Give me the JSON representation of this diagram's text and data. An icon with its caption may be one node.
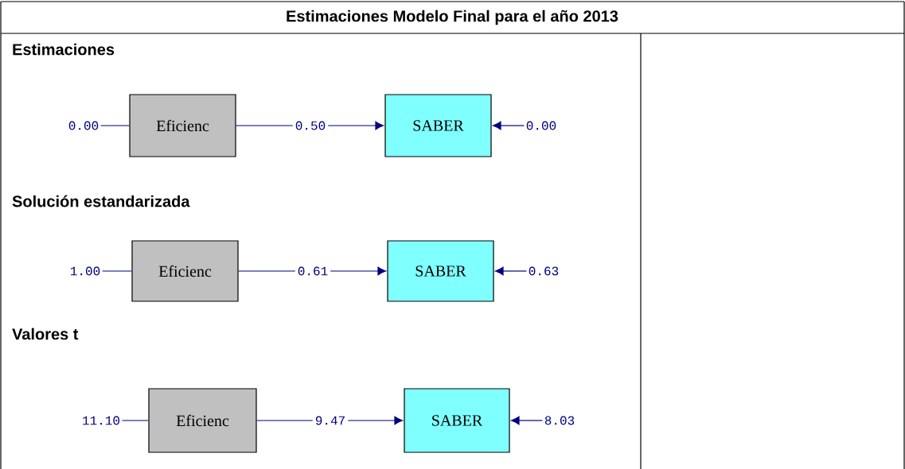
{
  "diagram": {
    "title": "Estimaciones Modelo Final para el año 2013",
    "nodes": [
      {
        "text": [
          "0.00"
        ]
      },
      {
        "text": [
          "Eficienc"
        ]
      },
      {
        "text": [
          "SABER"
        ]
      },
      {
        "text": [
          "0.00"
        ]
      },
      {
        "text": [
          "1.00"
        ]
      },
      {
        "text": [
          "Eficienc"
        ]
      },
      {
        "text": [
          "SABER"
        ]
      },
      {
        "text": [
          "0.63"
        ]
      },
      {
        "text": [
          "11.10"
        ]
      },
      {
        "text": [
          "Eficienc"
        ]
      },
      {
        "text": [
          "SABER"
        ]
      },
      {
        "text": [
          "8.03"
        ]
      }
    ],
    "edges": [
      {
        "from": 0,
        "to": 1,
        "arrow": "none"
      },
      {
        "from": 1,
        "to": 2,
        "arrow": "to",
        "label": "0.50"
      },
      {
        "from": 3,
        "to": 2,
        "arrow": "to"
      },
      {
        "from": 4,
        "to": 5,
        "arrow": "none"
      },
      {
        "from": 5,
        "to": 6,
        "arrow": "to",
        "label": "0.61"
      },
      {
        "from": 7,
        "to": 6,
        "arrow": "to"
      },
      {
        "from": 8,
        "to": 9,
        "arrow": "none"
      },
      {
        "from": 9,
        "to": 10,
        "arrow": "to",
        "label": "9.47"
      },
      {
        "from": 11,
        "to": 10,
        "arrow": "to"
      }
    ],
    "labels": [
      "Estimaciones",
      "Solución estandarizada",
      "Valores t"
    ]
  }
}
